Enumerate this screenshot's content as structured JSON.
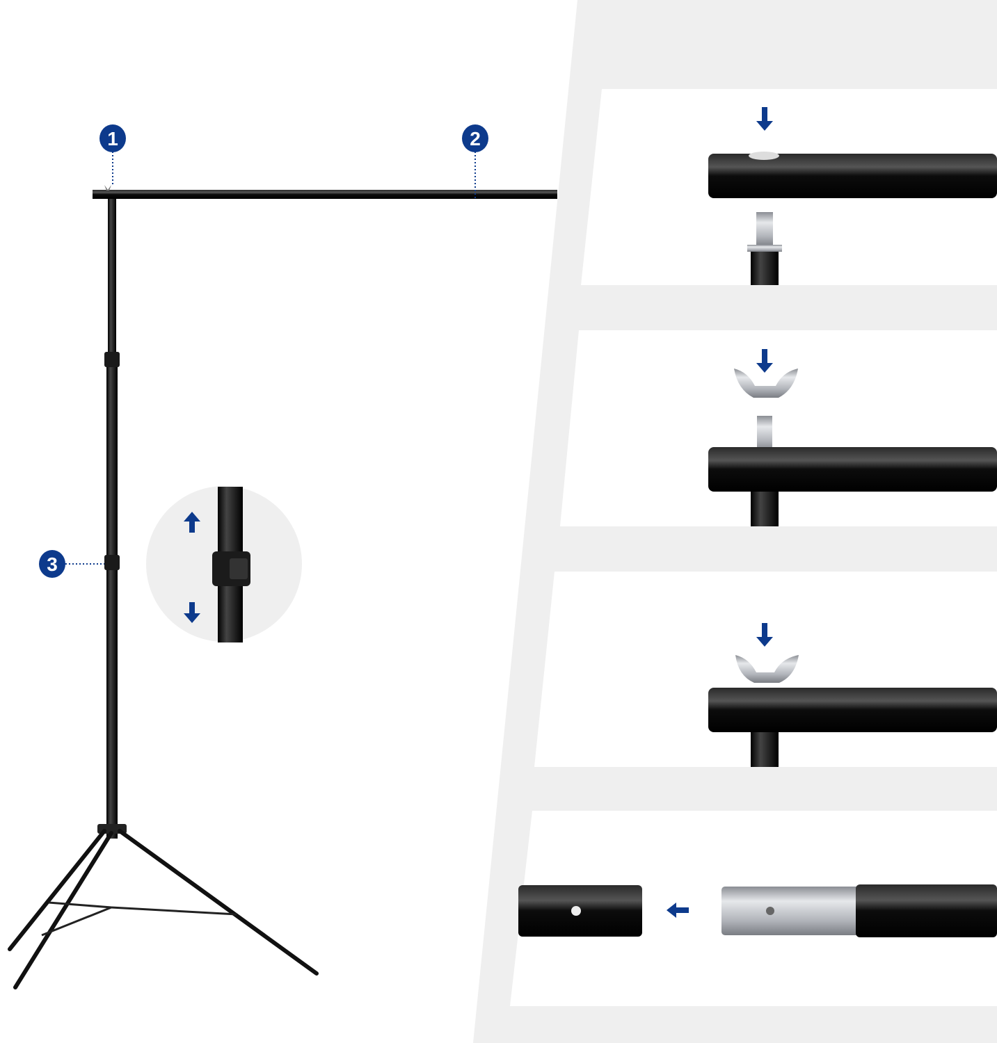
{
  "callouts": [
    {
      "label": "1"
    },
    {
      "label": "2"
    },
    {
      "label": "3"
    }
  ],
  "colors": {
    "accent": "#0d3a8c",
    "background_panel": "#efefef",
    "pole": "#111111",
    "metal": "#b9bcc2"
  },
  "icons": [
    "arrow-up-icon",
    "arrow-down-icon",
    "arrow-left-icon",
    "wing-nut-icon",
    "screw-icon"
  ]
}
